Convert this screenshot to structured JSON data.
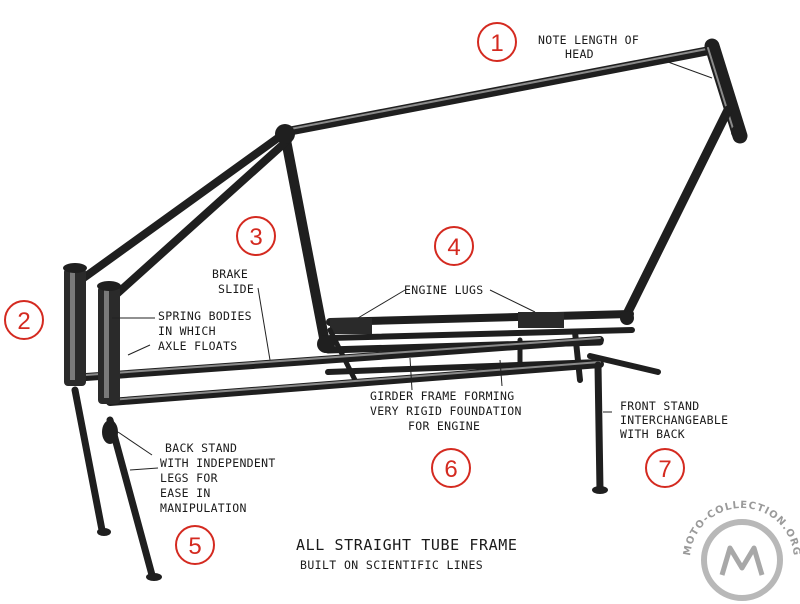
{
  "labels": {
    "head": [
      "NOTE LENGTH OF",
      "HEAD"
    ],
    "brake": [
      "BRAKE",
      "SLIDE"
    ],
    "engine_lugs": "ENGINE LUGS",
    "spring": [
      "SPRING BODIES",
      "IN WHICH",
      "AXLE FLOATS"
    ],
    "girder": [
      "GIRDER FRAME FORMING",
      "VERY RIGID FOUNDATION",
      "FOR ENGINE"
    ],
    "front_stand": [
      "FRONT STAND",
      "INTERCHANGEABLE",
      "WITH BACK"
    ],
    "back_stand": [
      "BACK STAND",
      "WITH INDEPENDENT",
      "LEGS FOR",
      "EASE IN",
      "MANIPULATION"
    ]
  },
  "caption": {
    "title": "ALL STRAIGHT TUBE FRAME",
    "subtitle": "BUILT ON SCIENTIFIC LINES"
  },
  "markers": [
    "1",
    "2",
    "3",
    "4",
    "5",
    "6",
    "7"
  ],
  "watermark": "MOTO-COLLECTION.ORG",
  "colors": {
    "marker": "#d42a20",
    "ink": "#1a1a1a"
  }
}
